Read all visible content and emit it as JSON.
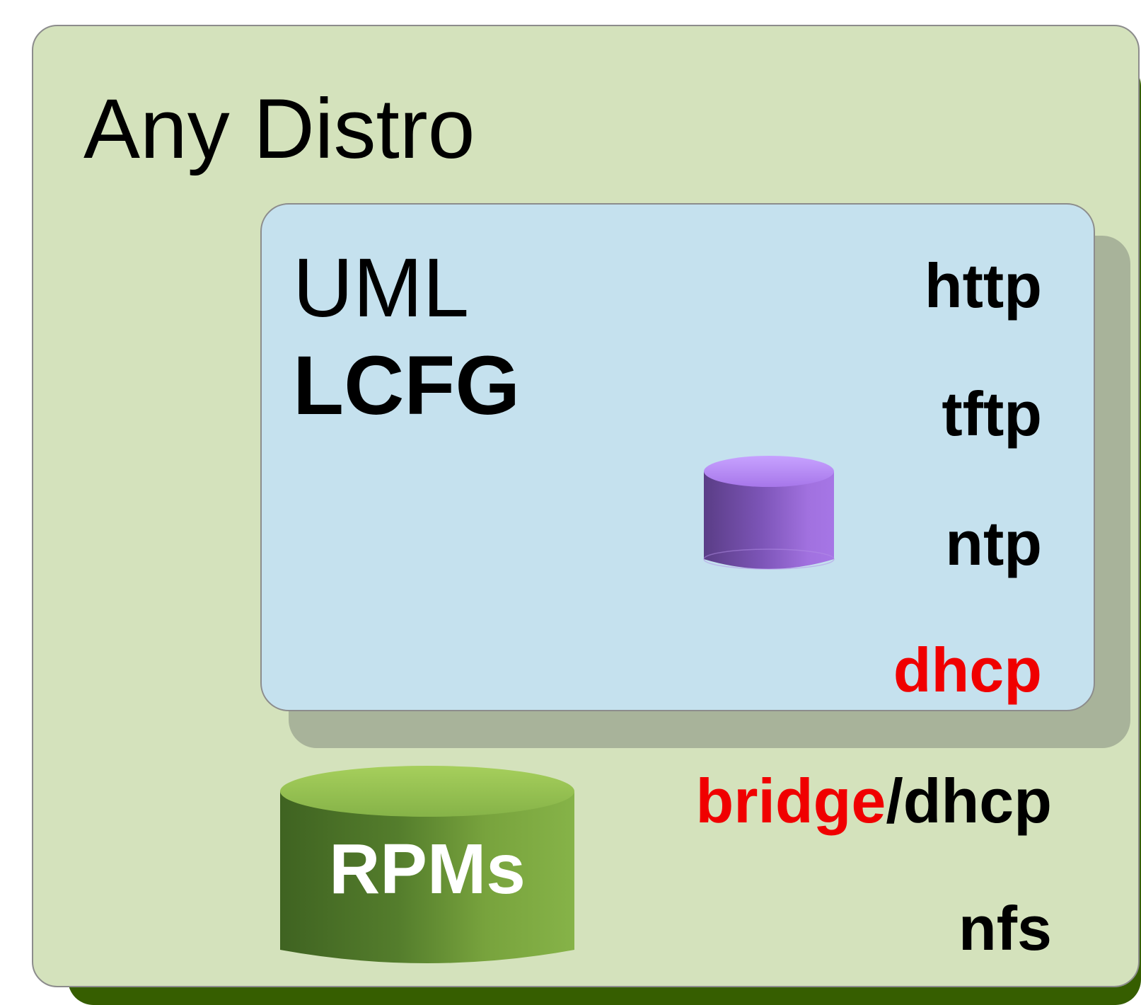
{
  "outer": {
    "title": "Any Distro",
    "fill_color": "#d4e2bc",
    "shadow_color": "#365e00"
  },
  "inner": {
    "line1": "UML",
    "line2": "LCFG",
    "fill_color": "#c5e1ee",
    "shadow_color": "#a8b39a"
  },
  "services": {
    "http": "http",
    "tftp": "tftp",
    "ntp": "ntp",
    "dhcp": "dhcp",
    "bridge": "bridge",
    "bridge_sep": "/dhcp",
    "nfs": "nfs"
  },
  "rpms": {
    "label": "RPMs",
    "color": "#7ba63d"
  },
  "repository": {
    "icon": "database-cylinder-icon",
    "color": "#9b6fd6"
  },
  "colors": {
    "highlight": "#f00000",
    "text": "#000000"
  }
}
